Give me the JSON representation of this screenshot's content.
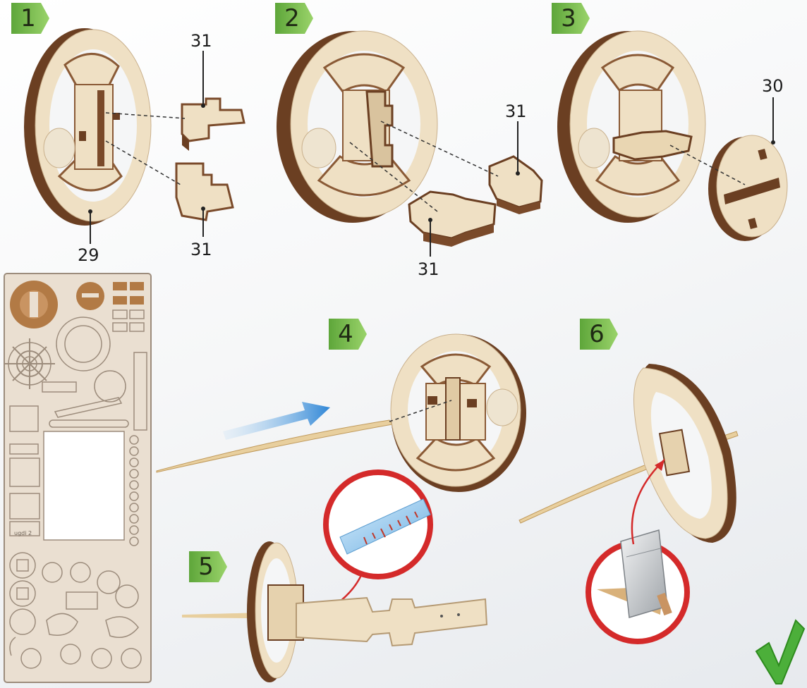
{
  "steps": [
    "1",
    "2",
    "3",
    "4",
    "5",
    "6"
  ],
  "part_labels": {
    "s1_top": "31",
    "s1_bottom": "31",
    "s1_wheel": "29",
    "s2_right": "31",
    "s2_bottom": "31",
    "s3_cap": "30"
  },
  "sheet_text": "ugdi 2",
  "colors": {
    "badge_green": "#6db33f",
    "wood_face": "#efe0c4",
    "wood_edge": "#7a4a2a",
    "arrow_blue": "#3a8fd8",
    "callout_red": "#d42a2a",
    "check_green": "#4caf3a"
  }
}
